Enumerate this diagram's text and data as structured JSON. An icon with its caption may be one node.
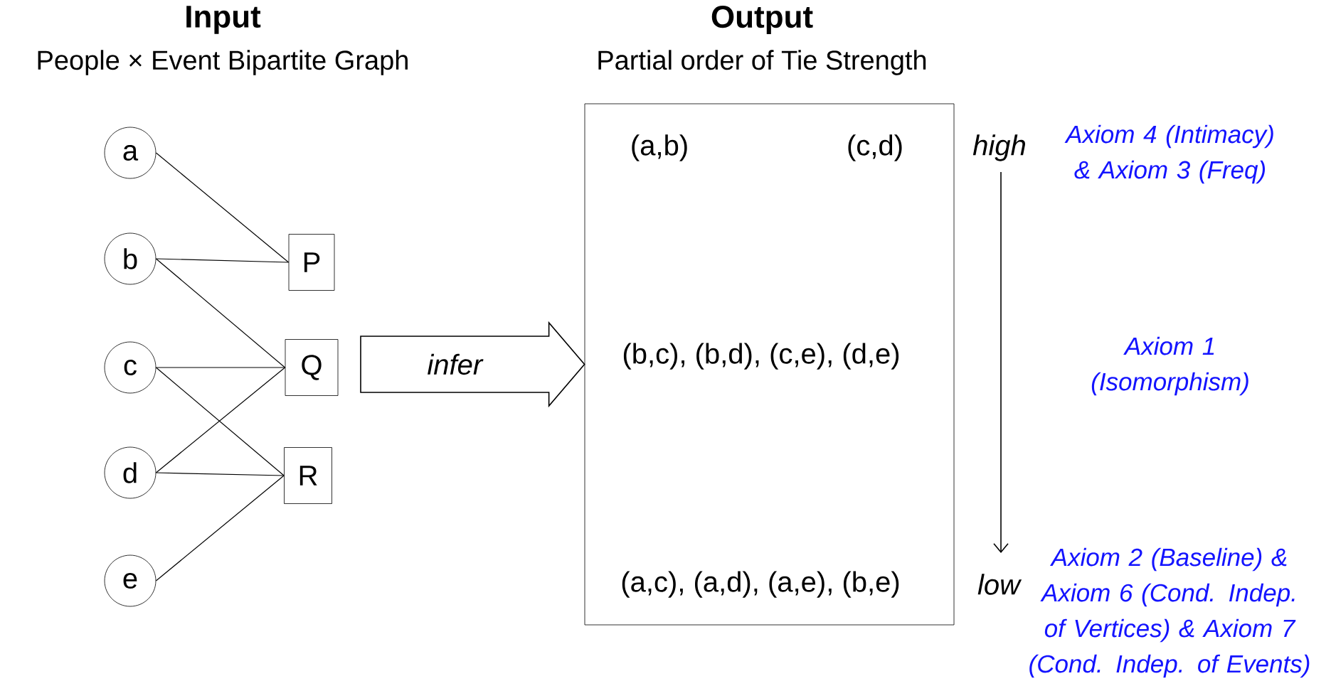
{
  "diagram": {
    "nodes": [
      {
        "text": [
          "a"
        ]
      },
      {
        "text": [
          "b"
        ]
      },
      {
        "text": [
          "c"
        ]
      },
      {
        "text": [
          "d"
        ]
      },
      {
        "text": [
          "e"
        ]
      },
      {
        "text": [
          "P"
        ]
      },
      {
        "text": [
          "Q"
        ]
      },
      {
        "text": [
          "R"
        ]
      },
      {
        "text": [
          "(a,b)",
          "(c,d)",
          "(b,c), (b,d), (c,e), (d,e)",
          "(a,c), (a,d), (a,e), (b,e)"
        ]
      }
    ],
    "edges": [
      {
        "from": 0,
        "to": 5,
        "arrow": "none"
      },
      {
        "from": 1,
        "to": 5,
        "arrow": "none"
      },
      {
        "from": 1,
        "to": 6,
        "arrow": "none"
      },
      {
        "from": 2,
        "to": 6,
        "arrow": "none"
      },
      {
        "from": 2,
        "to": 7,
        "arrow": "none"
      },
      {
        "from": 3,
        "to": 6,
        "arrow": "none"
      },
      {
        "from": 3,
        "to": 7,
        "arrow": "none"
      },
      {
        "from": 4,
        "to": 7,
        "arrow": "none"
      },
      {
        "from": null,
        "to": 8,
        "arrow": "to",
        "label": "infer"
      }
    ],
    "labels": [
      "Input",
      "People × Event Bipartite Graph",
      "Output",
      "Partial order of Tie Strength",
      "high",
      "low",
      "Axiom 4 (Intimacy) & Axiom 3 (Freq)",
      "Axiom 1 (Isomorphism)",
      "Axiom 2 (Baseline) & Axiom 6 (Cond. Indep. of Vertices) & Axiom 7 (Cond. Indep. of Events)"
    ]
  }
}
